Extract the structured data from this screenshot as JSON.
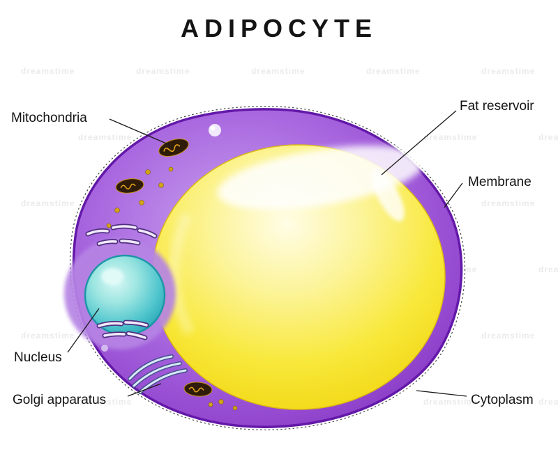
{
  "title": "ADIPOCYTE",
  "labels": {
    "mitochondria": "Mitochondria",
    "fat_reservoir": "Fat reservoir",
    "membrane": "Membrane",
    "nucleus": "Nucleus",
    "golgi": "Golgi apparatus",
    "cytoplasm": "Cytoplasm"
  },
  "watermark": {
    "text": "dreamstime"
  },
  "colors": {
    "membrane_purple": "#9347cf",
    "membrane_edge": "#6318a8",
    "fat_yellow": "#f8e83a",
    "nucleus_teal": "#4fc5cd",
    "label_line": "#1a1a1a"
  }
}
